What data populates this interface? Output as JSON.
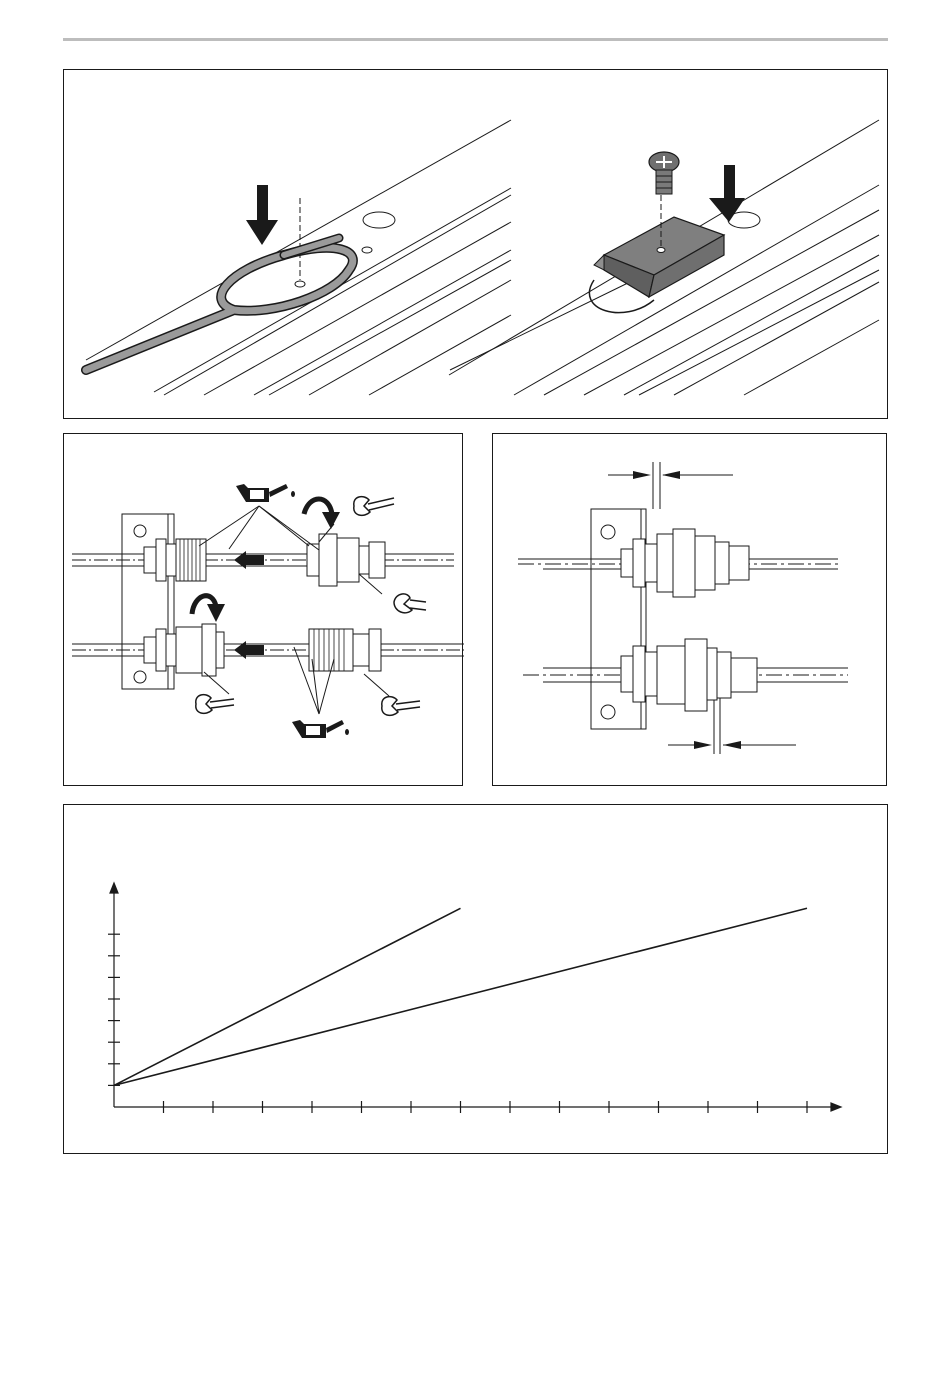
{
  "page": {
    "header_rule": true
  },
  "figures": [
    {
      "id": "cable-loop-placement",
      "description_visible": false
    },
    {
      "id": "cable-clamp-screw",
      "description_visible": false
    },
    {
      "id": "fitting-assembly-lubrication",
      "description_visible": false
    },
    {
      "id": "fitting-clearance-measurement",
      "description_visible": false
    },
    {
      "id": "linear-relationship-graph",
      "description_visible": false
    }
  ],
  "icons": [
    "arrow-down-icon",
    "screw-icon",
    "oil-can-icon",
    "wrench-icon",
    "rotate-arrow-icon",
    "arrow-left-icon",
    "dimension-arrow-icon"
  ],
  "chart_data": {
    "type": "line",
    "title": "",
    "xlabel": "",
    "ylabel": "",
    "x_ticks": 14,
    "y_ticks": 8,
    "grid": false,
    "series": [
      {
        "x": [
          0,
          7
        ],
        "y": [
          1.0,
          9.2
        ]
      },
      {
        "x": [
          0,
          14
        ],
        "y": [
          1.0,
          9.2
        ]
      }
    ],
    "colors": {
      "line": "#1a1a1a"
    }
  }
}
